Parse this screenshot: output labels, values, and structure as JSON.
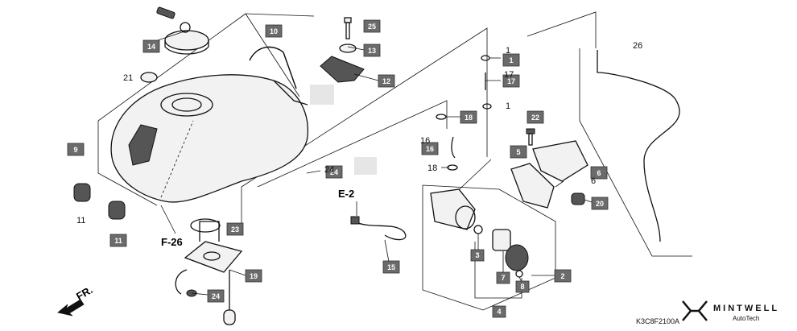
{
  "badges": [
    {
      "id": "14",
      "label": "14"
    },
    {
      "id": "10",
      "label": "10"
    },
    {
      "id": "25",
      "label": "25"
    },
    {
      "id": "13",
      "label": "13"
    },
    {
      "id": "12",
      "label": "12"
    },
    {
      "id": "9",
      "label": "9"
    },
    {
      "id": "1",
      "label": "1"
    },
    {
      "id": "17",
      "label": "17"
    },
    {
      "id": "18",
      "label": "18"
    },
    {
      "id": "16",
      "label": "16"
    },
    {
      "id": "22",
      "label": "22"
    },
    {
      "id": "5",
      "label": "5"
    },
    {
      "id": "6",
      "label": "6"
    },
    {
      "id": "20",
      "label": "20"
    },
    {
      "id": "24a",
      "label": "24"
    },
    {
      "id": "11",
      "label": "11"
    },
    {
      "id": "23",
      "label": "23"
    },
    {
      "id": "19",
      "label": "19"
    },
    {
      "id": "24b",
      "label": "24"
    },
    {
      "id": "15",
      "label": "15"
    },
    {
      "id": "3",
      "label": "3"
    },
    {
      "id": "7",
      "label": "7"
    },
    {
      "id": "8",
      "label": "8"
    },
    {
      "id": "4",
      "label": "4"
    },
    {
      "id": "2",
      "label": "2"
    }
  ],
  "plain_labels": {
    "l21": "21",
    "l26": "26",
    "l1a": "1",
    "l17": "17",
    "l1b": "1",
    "l16": "16",
    "l18": "18",
    "l6": "6",
    "l11": "11",
    "l24": "24"
  },
  "refs": {
    "e2": "E-2",
    "f26": "F-26",
    "fr": "FR."
  },
  "diagram_code": "K3C8F2100A",
  "brand": {
    "name": "MINTWELL",
    "sub": "AutoTech"
  }
}
